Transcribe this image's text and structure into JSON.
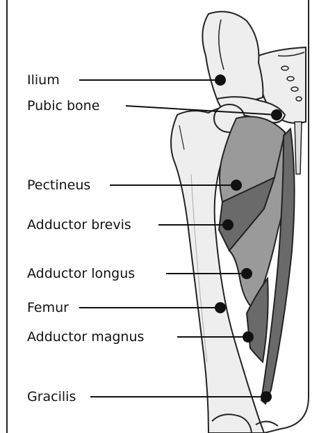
{
  "diagram": {
    "labels": [
      {
        "id": "ilium",
        "text": "Ilium"
      },
      {
        "id": "pubic-bone",
        "text": "Pubic bone"
      },
      {
        "id": "pectineus",
        "text": "Pectineus"
      },
      {
        "id": "adductor-brevis",
        "text": "Adductor brevis"
      },
      {
        "id": "adductor-longus",
        "text": "Adductor longus"
      },
      {
        "id": "femur",
        "text": "Femur"
      },
      {
        "id": "adductor-magnus",
        "text": "Adductor magnus"
      },
      {
        "id": "gracilis",
        "text": "Gracilis"
      }
    ]
  },
  "colors": {
    "bone_fill": "#eeeeee",
    "outline": "#222222",
    "muscle_light": "#9a9a9a",
    "muscle_dark": "#6a6a6a",
    "leader": "#111111"
  }
}
